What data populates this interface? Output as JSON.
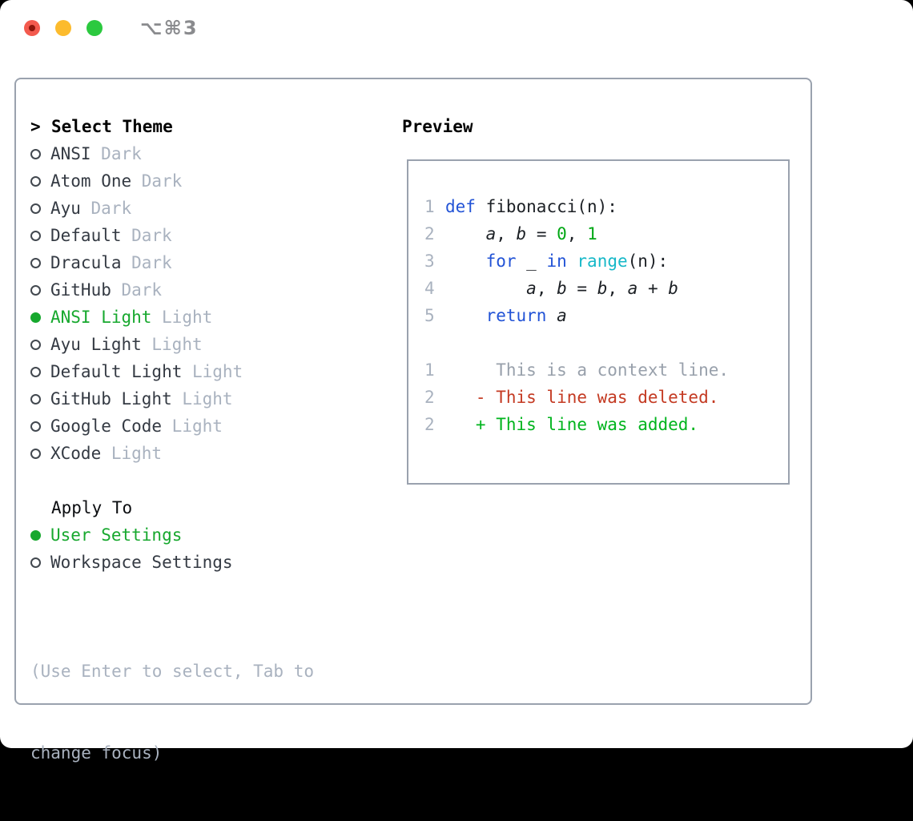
{
  "window": {
    "title": "⌥⌘3"
  },
  "colors": {
    "green": "#17a82e",
    "added": "#00b41d",
    "deleted": "#c43a22",
    "kw": "#2253d6",
    "fn": "#16b8c8",
    "num": "#00a714",
    "muted": "#a9b2bf",
    "ctx": "#98a0ab",
    "dark": "#343a43",
    "border": "#9aa2ae"
  },
  "theme_panel": {
    "prompt": ">",
    "header": "Select Theme",
    "themes": [
      {
        "name": "ANSI",
        "tag": "Dark",
        "selected": false
      },
      {
        "name": "Atom One",
        "tag": "Dark",
        "selected": false
      },
      {
        "name": "Ayu",
        "tag": "Dark",
        "selected": false
      },
      {
        "name": "Default",
        "tag": "Dark",
        "selected": false
      },
      {
        "name": "Dracula",
        "tag": "Dark",
        "selected": false
      },
      {
        "name": "GitHub",
        "tag": "Dark",
        "selected": false
      },
      {
        "name": "ANSI Light",
        "tag": "Light",
        "selected": true
      },
      {
        "name": "Ayu Light",
        "tag": "Light",
        "selected": false
      },
      {
        "name": "Default Light",
        "tag": "Light",
        "selected": false
      },
      {
        "name": "GitHub Light",
        "tag": "Light",
        "selected": false
      },
      {
        "name": "Google Code",
        "tag": "Light",
        "selected": false
      },
      {
        "name": "XCode",
        "tag": "Light",
        "selected": false
      }
    ],
    "apply_to": {
      "header": "Apply To",
      "options": [
        {
          "label": "User Settings",
          "selected": true
        },
        {
          "label": "Workspace Settings",
          "selected": false
        }
      ]
    },
    "help_lines": [
      "(Use Enter to select, Tab to",
      "change focus)"
    ]
  },
  "preview": {
    "header": "Preview",
    "lines": [
      {
        "num": "1",
        "tokens": [
          {
            "t": "def"
          },
          {
            "t": " "
          },
          {
            "t": "fibonacci(n):"
          }
        ]
      },
      {
        "num": "2",
        "tokens": [
          {
            "t": "    "
          },
          {
            "t": "a"
          },
          {
            "t": ", "
          },
          {
            "t": "b"
          },
          {
            "t": " = "
          },
          {
            "t": "0"
          },
          {
            "t": ", "
          },
          {
            "t": "1"
          }
        ]
      },
      {
        "num": "3",
        "tokens": [
          {
            "t": "    "
          },
          {
            "t": "for"
          },
          {
            "t": " _ "
          },
          {
            "t": "in"
          },
          {
            "t": " "
          },
          {
            "t": "range"
          },
          {
            "t": "(n):"
          }
        ]
      },
      {
        "num": "4",
        "tokens": [
          {
            "t": "        "
          },
          {
            "t": "a"
          },
          {
            "t": ", "
          },
          {
            "t": "b"
          },
          {
            "t": " = "
          },
          {
            "t": "b"
          },
          {
            "t": ", "
          },
          {
            "t": "a"
          },
          {
            "t": " + "
          },
          {
            "t": "b"
          }
        ]
      },
      {
        "num": "5",
        "tokens": [
          {
            "t": "    "
          },
          {
            "t": "return"
          },
          {
            "t": " "
          },
          {
            "t": "a"
          }
        ]
      },
      {
        "num": "",
        "tokens": []
      },
      {
        "num": "1",
        "tokens": [
          {
            "t": "     This is a context line."
          }
        ]
      },
      {
        "num": "2",
        "tokens": [
          {
            "t": "   - This line was deleted."
          }
        ]
      },
      {
        "num": "2",
        "tokens": [
          {
            "t": "   + This line was added."
          }
        ]
      }
    ]
  }
}
